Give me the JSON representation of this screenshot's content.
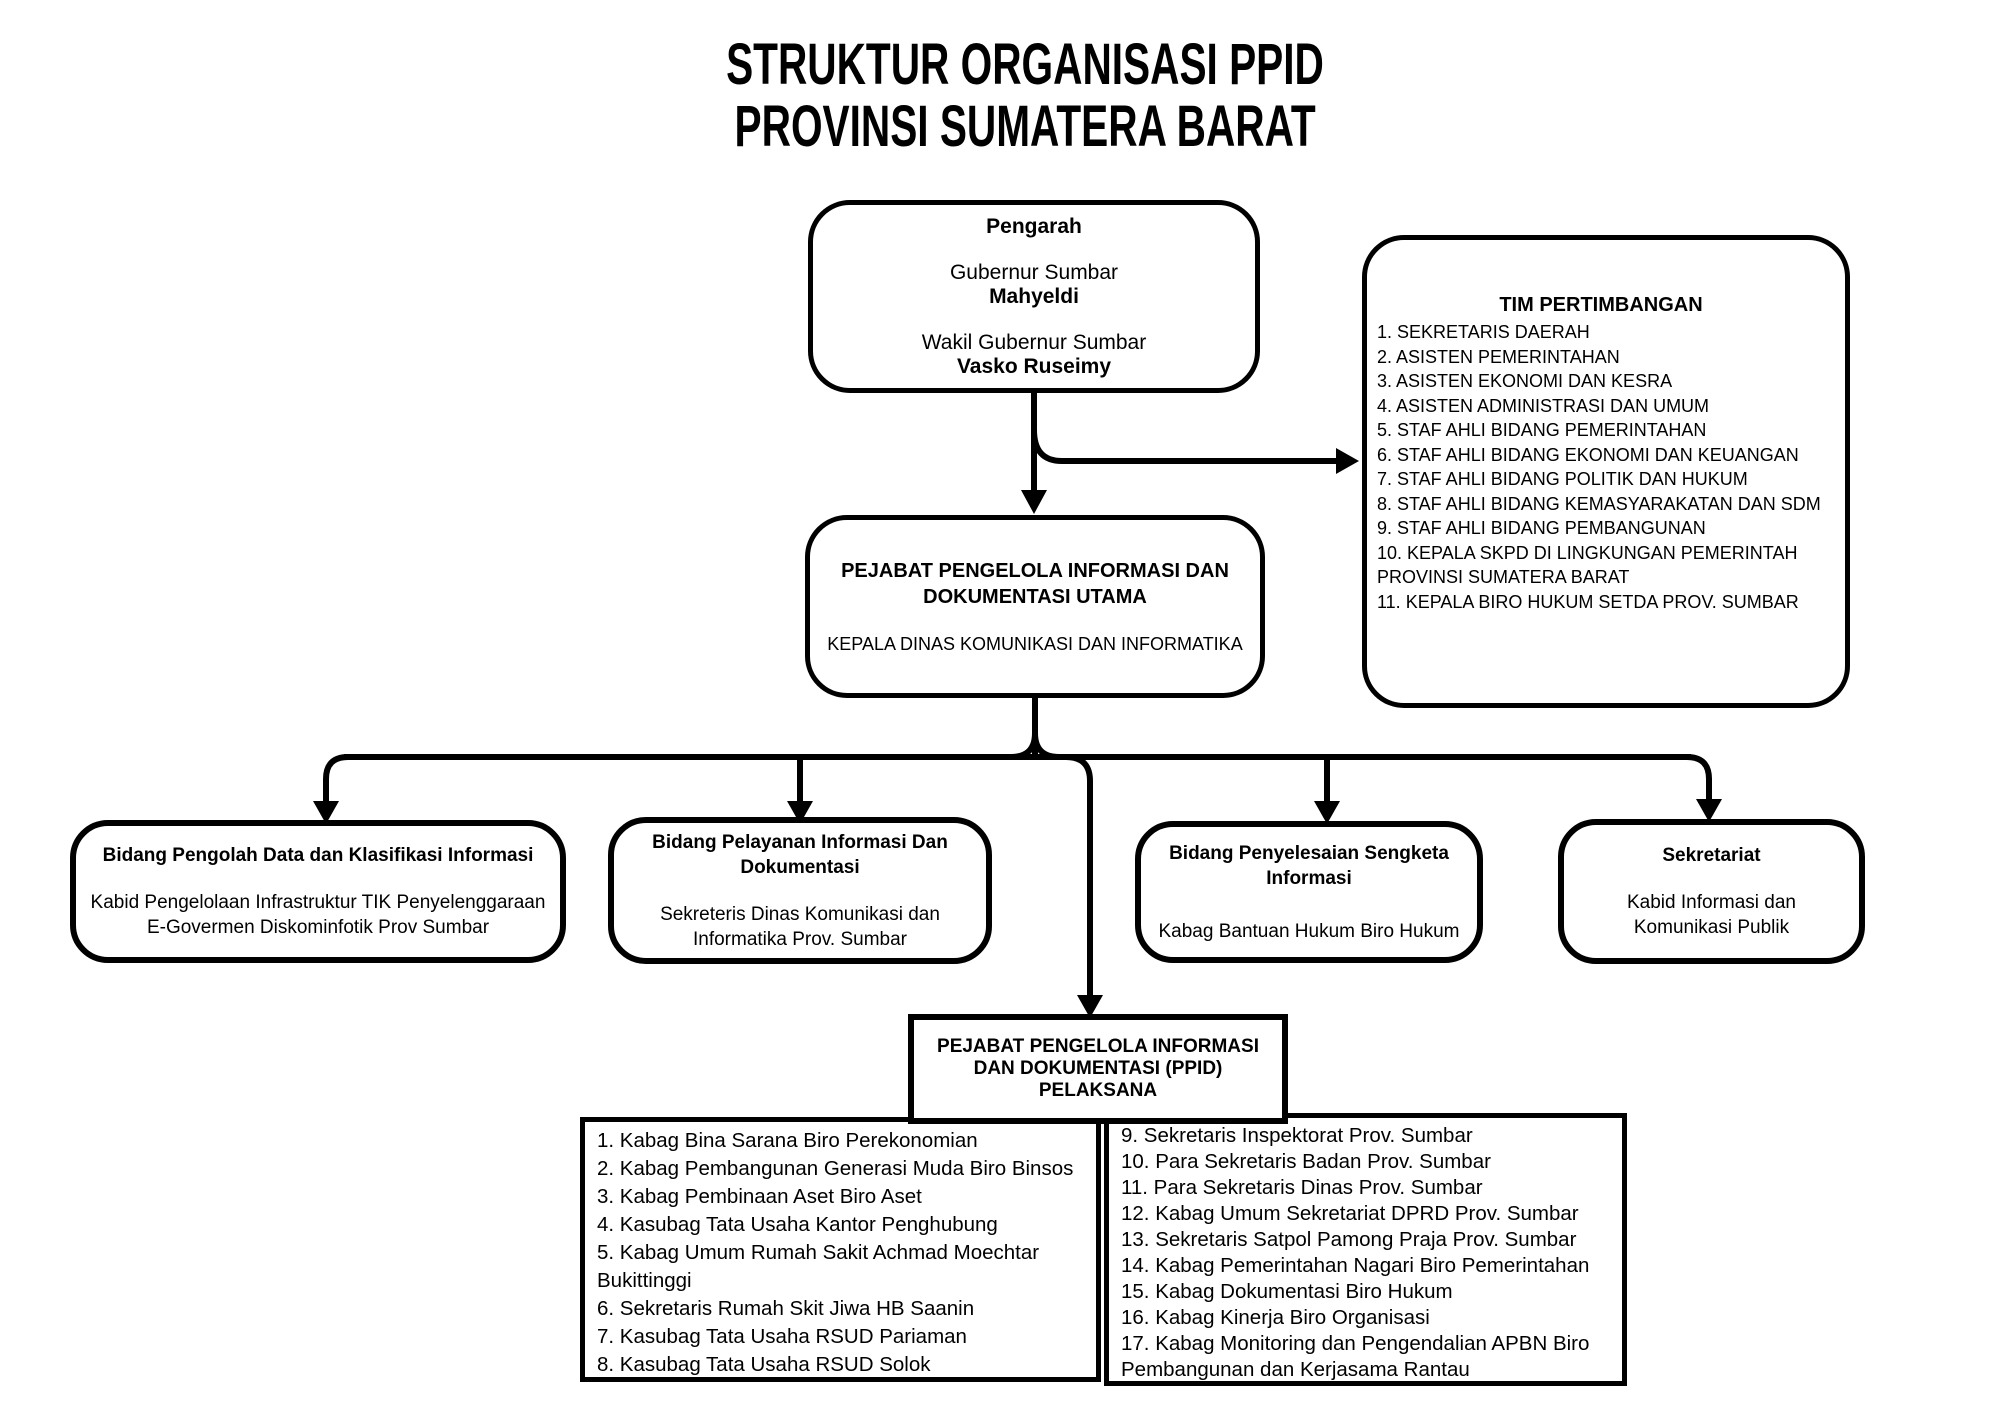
{
  "title": {
    "line1": "STRUKTUR ORGANISASI PPID",
    "line2": "PROVINSI SUMATERA BARAT"
  },
  "pengarah": {
    "title": "Pengarah",
    "role1": "Gubernur Sumbar",
    "name1": "Mahyeldi",
    "role2": "Wakil Gubernur Sumbar",
    "name2": "Vasko Ruseimy"
  },
  "tim_pertimbangan": {
    "title": "TIM PERTIMBANGAN",
    "items": [
      "1. SEKRETARIS DAERAH",
      "2. ASISTEN PEMERINTAHAN",
      "3. ASISTEN EKONOMI DAN KESRA",
      "4. ASISTEN ADMINISTRASI DAN UMUM",
      "5. STAF AHLI BIDANG PEMERINTAHAN",
      "6. STAF AHLI BIDANG EKONOMI DAN KEUANGAN",
      "7. STAF AHLI BIDANG POLITIK DAN HUKUM",
      "8. STAF AHLI BIDANG KEMASYARAKATAN DAN SDM",
      "9. STAF AHLI BIDANG PEMBANGUNAN",
      "10. KEPALA SKPD DI LINGKUNGAN PEMERINTAH PROVINSI SUMATERA BARAT",
      "11. KEPALA BIRO HUKUM SETDA PROV. SUMBAR"
    ]
  },
  "ppid_utama": {
    "title": "PEJABAT PENGELOLA INFORMASI DAN DOKUMENTASI UTAMA",
    "subtitle": "KEPALA DINAS KOMUNIKASI DAN INFORMATIKA"
  },
  "bidang": [
    {
      "title": "Bidang Pengolah Data dan Klasifikasi Informasi",
      "subtitle": "Kabid Pengelolaan Infrastruktur TIK Penyelenggaraan E-Govermen Diskominfotik Prov Sumbar"
    },
    {
      "title": "Bidang Pelayanan Informasi Dan Dokumentasi",
      "subtitle": "Sekreteris Dinas Komunikasi dan Informatika Prov. Sumbar"
    },
    {
      "title": "Bidang Penyelesaian Sengketa Informasi",
      "subtitle": "Kabag Bantuan Hukum Biro Hukum"
    },
    {
      "title": "Sekretariat",
      "subtitle": "Kabid Informasi dan Komunikasi Publik"
    }
  ],
  "ppid_pelaksana": {
    "title": "PEJABAT PENGELOLA INFORMASI DAN DOKUMENTASI (PPID) PELAKSANA",
    "list_left": [
      "1. Kabag Bina Sarana Biro Perekonomian",
      "2. Kabag Pembangunan Generasi Muda Biro Binsos",
      "3. Kabag Pembinaan Aset Biro Aset",
      "4. Kasubag Tata Usaha Kantor Penghubung",
      "5. Kabag Umum Rumah Sakit Achmad Moechtar Bukittinggi",
      "6. Sekretaris Rumah Skit Jiwa HB Saanin",
      "7. Kasubag Tata Usaha RSUD Pariaman",
      "8. Kasubag Tata Usaha RSUD Solok"
    ],
    "list_right": [
      "9. Sekretaris Inspektorat Prov. Sumbar",
      "10. Para Sekretaris Badan Prov. Sumbar",
      "11. Para Sekretaris Dinas Prov. Sumbar",
      "12. Kabag Umum Sekretariat DPRD Prov. Sumbar",
      "13. Sekretaris Satpol Pamong Praja Prov. Sumbar",
      "14. Kabag Pemerintahan Nagari Biro Pemerintahan",
      "15. Kabag Dokumentasi Biro Hukum",
      "16. Kabag Kinerja Biro Organisasi",
      "17. Kabag Monitoring dan Pengendalian APBN Biro Pembangunan dan Kerjasama Rantau"
    ]
  },
  "colors": {
    "line": "#000000",
    "box_border": "#000000",
    "background": "#ffffff",
    "text": "#000000"
  }
}
